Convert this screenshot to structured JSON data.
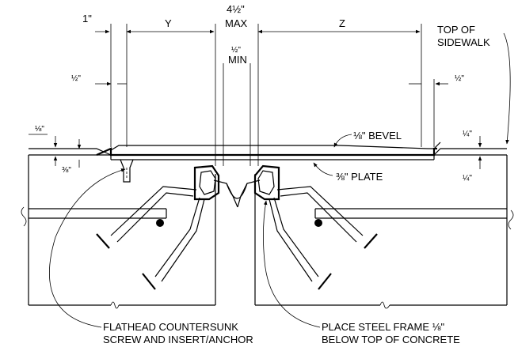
{
  "dimensions": {
    "one_inch": "1\"",
    "y": "Y",
    "max_value": "4½\"",
    "max": "MAX",
    "min_value": "½\"",
    "min": "MIN",
    "z": "Z",
    "half_left": "½\"",
    "half_right": "½\"",
    "eighth_left": "⅛\"",
    "three_eighths_left": "⅜\"",
    "quarter_right_top": "¼\"",
    "quarter_right_bottom": "¼\""
  },
  "labels": {
    "top_of_sidewalk_1": "TOP OF",
    "top_of_sidewalk_2": "SIDEWALK",
    "bevel": "⅛\" BEVEL",
    "plate": "⅜\" PLATE",
    "screw_1": "FLATHEAD COUNTERSUNK",
    "screw_2": "SCREW AND INSERT/ANCHOR",
    "frame_1": "PLACE STEEL FRAME ⅛\"",
    "frame_2": "BELOW TOP OF CONCRETE"
  }
}
